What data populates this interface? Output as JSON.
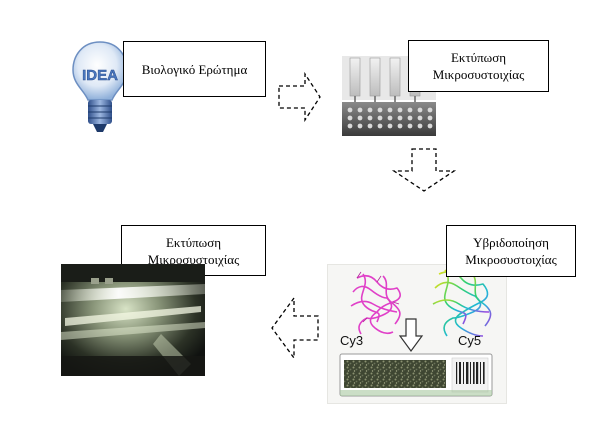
{
  "steps": {
    "question": {
      "label": "Βιολογικό Ερώτημα",
      "icon_text": "IDEA"
    },
    "printing": {
      "line1": "Εκτύπωση",
      "line2": "Μικροσυστοιχίας"
    },
    "hybridization": {
      "line1": "Υβριδοποίηση",
      "line2": "Μικροσυστοιχίας",
      "dye_left": "Cy3",
      "dye_right": "Cy5"
    },
    "scanning": {
      "line1": "Εκτύπωση",
      "line2": "Μικροσυστοιχίας"
    }
  },
  "colors": {
    "border": "#000000",
    "arrow": "#000000",
    "cy3": "#e040c8",
    "cy5": "#20c0d0",
    "bulb": "#5a86c4"
  }
}
